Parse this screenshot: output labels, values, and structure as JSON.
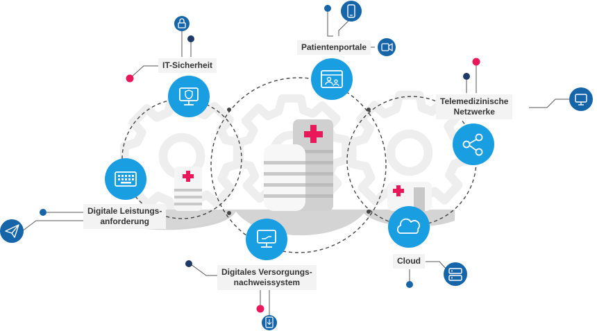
{
  "labels": {
    "it_security": "IT-Sicherheit",
    "patient_portals": "Patientenportale",
    "telemedicine": [
      "Telemedizinische",
      "Netzwerke"
    ],
    "digital_request": [
      "Digitale Leistungs-",
      "anforderung"
    ],
    "digital_care": [
      "Digitales Versorgungs-",
      "nachweissystem"
    ],
    "cloud": "Cloud"
  },
  "icons": {
    "main": [
      "monitor-shield-icon",
      "browser-users-icon",
      "network-share-icon",
      "keyboard-icon",
      "monitor-hand-icon",
      "cloud-icon"
    ],
    "satellite": [
      "lock-icon",
      "smartphone-icon",
      "video-camera-icon",
      "monitor-icon",
      "paper-plane-icon",
      "server-icon",
      "mobile-download-icon"
    ]
  },
  "colors": {
    "primary_blue": "#1a9ee2",
    "dark_blue": "#1565a8",
    "navy": "#1f3a68",
    "accent_pink": "#e8185a",
    "gray": "#c8c8c8",
    "light_gray": "#ececec"
  }
}
